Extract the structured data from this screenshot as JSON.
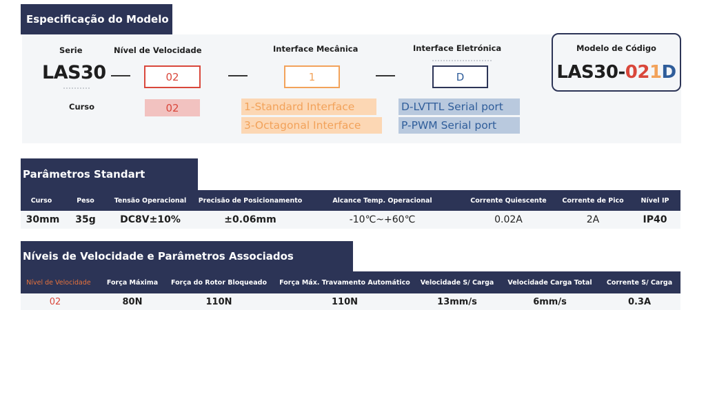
{
  "model_spec": {
    "title": "Especificação do Modelo",
    "serie_label": "Serie",
    "serie_value": "LAS30",
    "curso_label": "Curso",
    "curso_value": "02",
    "speed_label": "Nível de Velocidade",
    "speed_value": "02",
    "mech_label": "Interface Mecânica",
    "mech_value": "1",
    "mech_options": [
      "1-Standard Interface",
      "3-Octagonal Interface"
    ],
    "elec_label": "Interface Eletrónica",
    "elec_value": "D",
    "elec_options": [
      "D-LVTTL Serial port",
      "P-PWM Serial port"
    ],
    "code_label": "Modelo de Código",
    "code_prefix": "LAS30-",
    "code_speed": "02",
    "code_mech": "1",
    "code_elec": "D"
  },
  "standard_params": {
    "title": "Parâmetros Standart",
    "headers": [
      "Curso",
      "Peso",
      "Tensão Operacional",
      "Precisão de Posicionamento",
      "Alcance Temp.  Operacional",
      "Corrente Quiescente",
      "Corrente de Pico",
      "Nível IP"
    ],
    "values": [
      "30mm",
      "35g",
      "DC8V±10%",
      "±0.06mm",
      "-10℃~+60℃",
      "0.02A",
      "2A",
      "IP40"
    ]
  },
  "speed_params": {
    "title": "Níveis de Velocidade e Parâmetros Associados",
    "headers": [
      "Nível de Velocidade",
      "Força Máxima",
      "Força do Rotor Bloqueado",
      "Força Máx. Travamento Automático",
      "Velocidade S/ Carga",
      "Velocidade Carga Total",
      "Corrente S/ Carga"
    ],
    "values": [
      "02",
      "80N",
      "110N",
      "110N",
      "13mm/s",
      "6mm/s",
      "0.3A"
    ]
  },
  "colors": {
    "navy": "#2c3456",
    "red": "#d9473b",
    "orange": "#f2a25a",
    "blue": "#2f5d9a",
    "orange_fill": "#fcd7b4",
    "blue_fill": "#b9c9de",
    "red_fill": "#f2c2c0",
    "header_orange": "#e8733c"
  }
}
